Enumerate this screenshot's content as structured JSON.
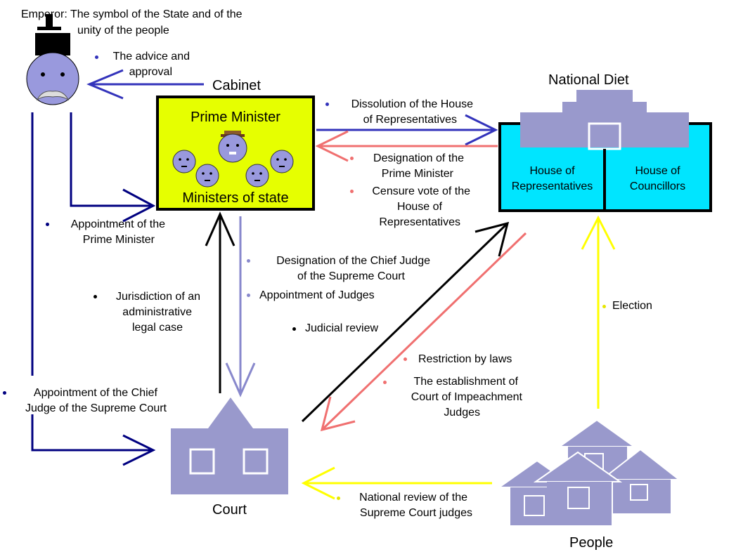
{
  "emperor": {
    "caption_line1": "Emperor: The symbol of the State and of the",
    "caption_line2": "unity of the people"
  },
  "cabinet": {
    "title": "Cabinet",
    "prime_minister": "Prime Minister",
    "ministers": "Ministers of state",
    "fill_color": "#e6ff00"
  },
  "diet": {
    "title": "National Diet",
    "house_of_representatives_line1": "House of",
    "house_of_representatives_line2": "Representatives",
    "house_of_councillors_line1": "House of",
    "house_of_councillors_line2": "Councillors",
    "fill_color": "#00e5ff"
  },
  "court": {
    "title": "Court"
  },
  "people": {
    "title": "People"
  },
  "relations": {
    "advice": [
      "The advice and",
      "approval"
    ],
    "dissolution": [
      "Dissolution of the House",
      "of Representatives"
    ],
    "designation_pm": [
      "Designation of the",
      "Prime Minister"
    ],
    "censure": [
      "Censure vote of the",
      "House of",
      "Representatives"
    ],
    "appointment_pm": [
      "Appointment of the",
      "Prime Minister"
    ],
    "designation_chief_judge": [
      "Designation of the Chief Judge",
      "of the Supreme Court"
    ],
    "appointment_judges": "Appointment of Judges",
    "jurisdiction": [
      "Jurisdiction of an",
      "administrative",
      "legal case"
    ],
    "judicial_review": "Judicial review",
    "election": "Election",
    "restriction": "Restriction by laws",
    "impeachment": [
      "The establishment of",
      "Court of Impeachment",
      "Judges"
    ],
    "appointment_chief_judge": [
      "Appointment of the Chief",
      "Judge of the Supreme Court"
    ],
    "national_review": [
      "National review of the",
      "Supreme Court judges"
    ]
  },
  "colors": {
    "emperor_arrow": "#000080",
    "cabinet_to_diet": "#3333bb",
    "diet_to_cabinet": "#f07070",
    "judicial_black": "#000000",
    "cabinet_to_court": "#8888cc",
    "election_yellow": "#ffff00",
    "building_fill": "#9999cc"
  }
}
